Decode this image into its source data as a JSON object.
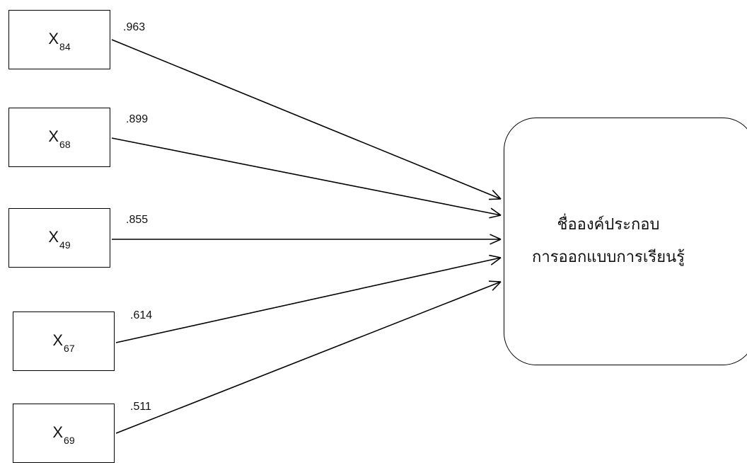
{
  "indicators": [
    {
      "base": "X",
      "sub": "84",
      "loading": ".963"
    },
    {
      "base": "X",
      "sub": "68",
      "loading": ".899"
    },
    {
      "base": "X",
      "sub": "49",
      "loading": ".855"
    },
    {
      "base": "X",
      "sub": "67",
      "loading": ".614"
    },
    {
      "base": "X",
      "sub": "69",
      "loading": ".511"
    }
  ],
  "construct": {
    "line1": "ชื่อองค์ประกอบ",
    "line2": "การออกแบบการเรียนรู้"
  }
}
